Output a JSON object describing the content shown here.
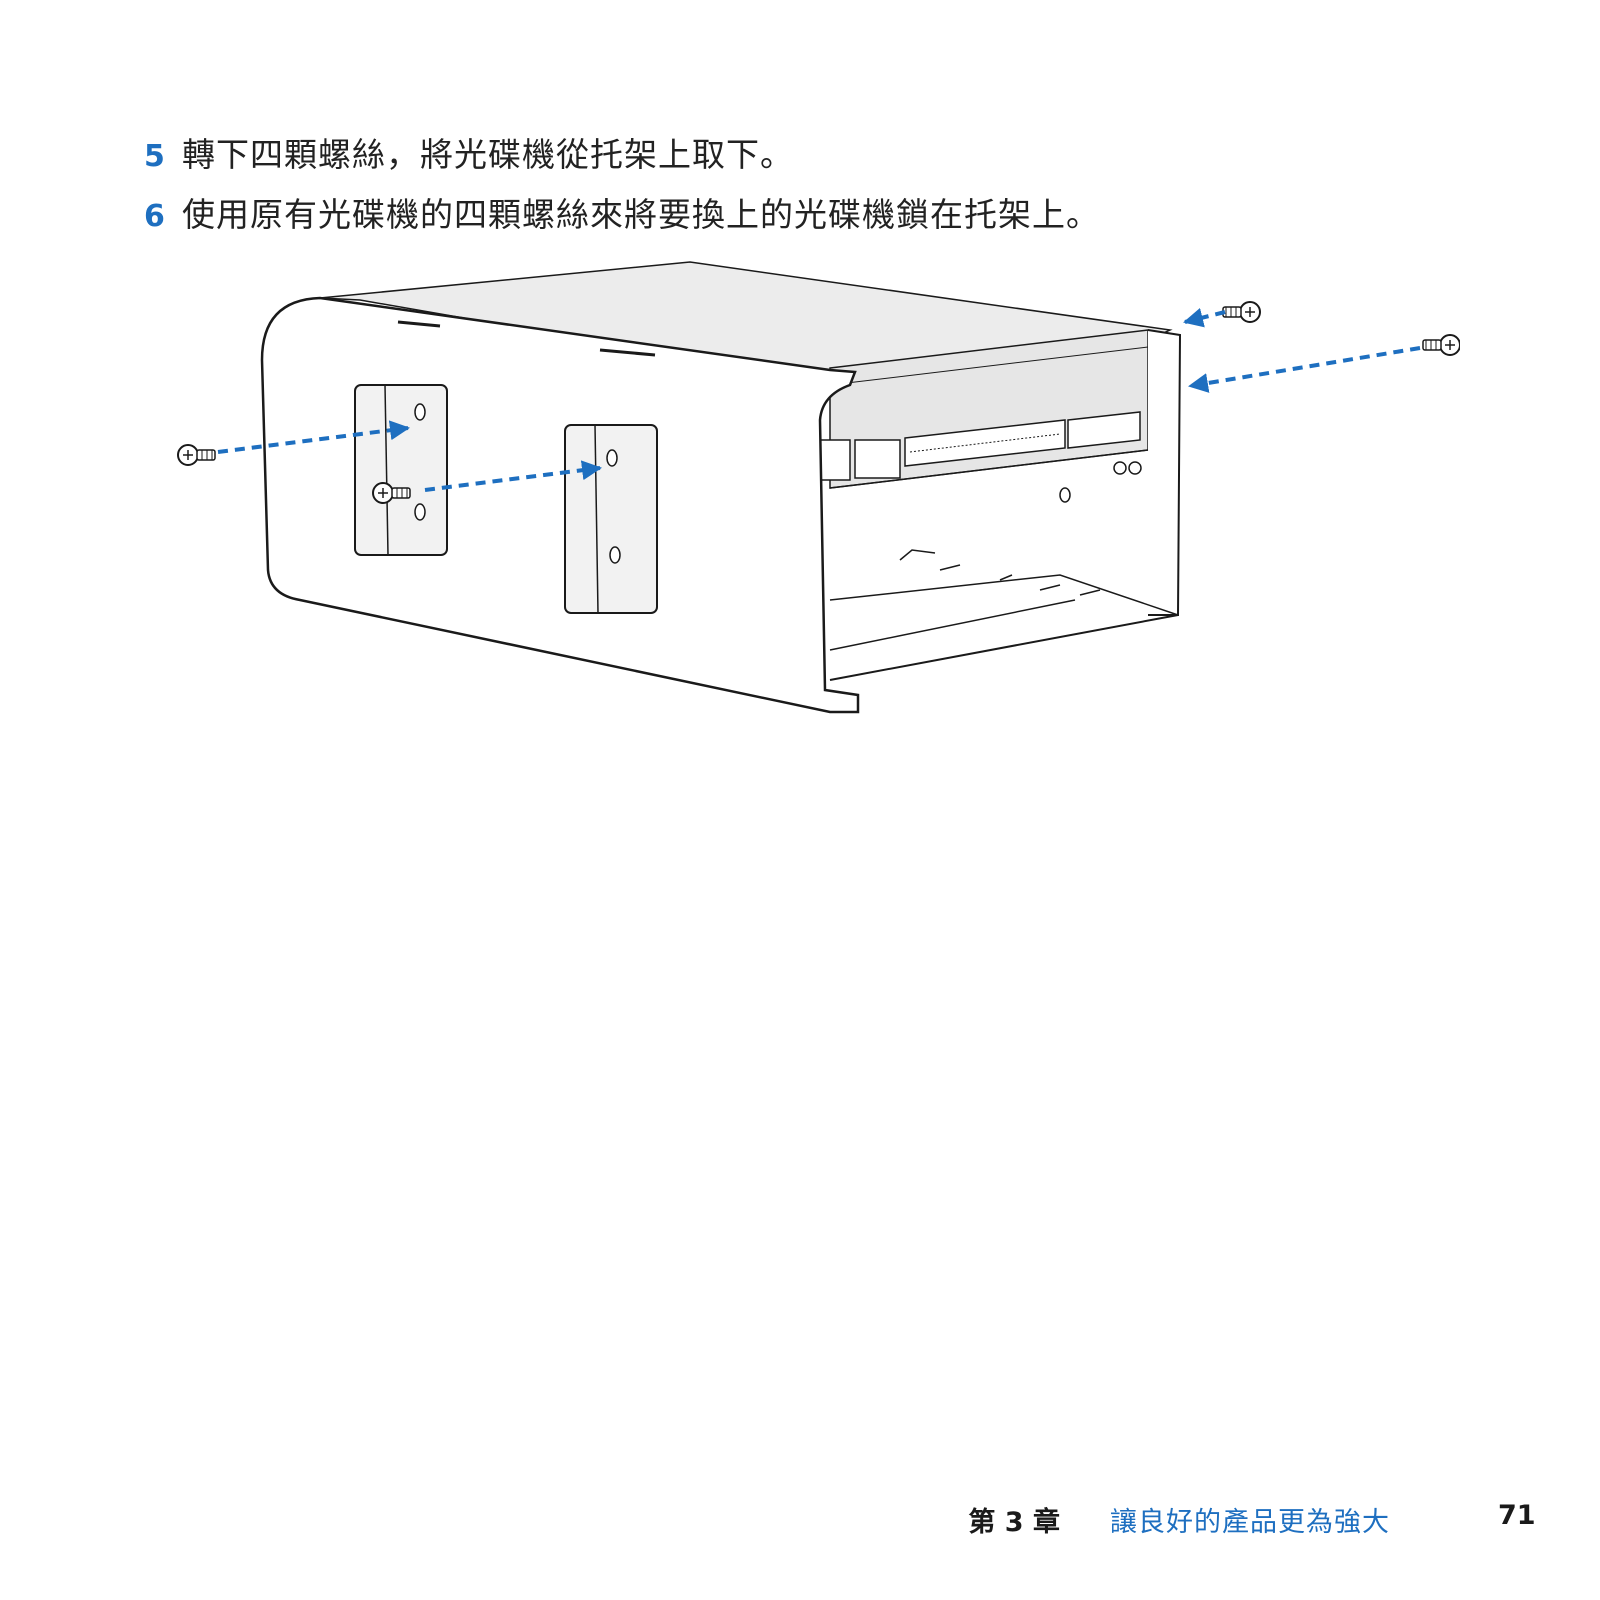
{
  "steps": [
    {
      "number": "5",
      "text": "轉下四顆螺絲，將光碟機從托架上取下。"
    },
    {
      "number": "6",
      "text": "使用原有光碟機的四顆螺絲來將要換上的光碟機鎖在托架上。"
    }
  ],
  "figure": {
    "icons": [
      "screw-icon",
      "arrow-icon"
    ],
    "colors": {
      "arrow": "#1e6fc0",
      "line": "#1a1a1a",
      "panel": "#ececec",
      "shade": "#dedede"
    }
  },
  "footer": {
    "chapter": "第 3 章",
    "title": "讓良好的產品更為強大",
    "page": "71"
  }
}
